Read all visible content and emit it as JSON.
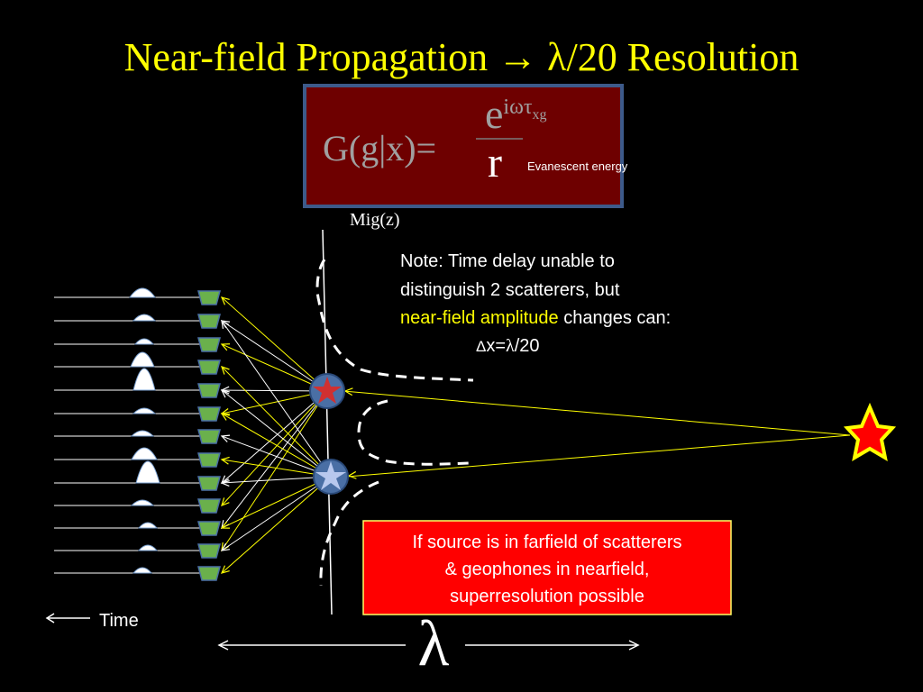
{
  "slide": {
    "title_pre": "Near-field Propagation",
    "title_arrow": "→",
    "title_lambda": "λ",
    "title_post": "/20 Resolution"
  },
  "formula": {
    "lhs": "G(g|x)=",
    "numerator_base": "e",
    "numerator_exp": "iωτ",
    "numerator_sub": "xg",
    "denominator": "r",
    "note": "Evanescent energy"
  },
  "mig_label": "Mig(z)",
  "note": {
    "line1": "Note: Time delay unable to",
    "line2": "distinguish 2 scatterers, but",
    "line3_highlight": "near-field amplitude",
    "line3_rest": " changes can:",
    "line4_delta": "Δ",
    "line4_x": "x=",
    "line4_lambda": "λ",
    "line4_rest": "/20"
  },
  "callout": {
    "line1": "If source is in farfield of scatterers",
    "line2": "& geophones in nearfield,",
    "line3": "superresolution possible"
  },
  "time_label": "Time",
  "lambda_label": "λ",
  "colors": {
    "title": "#ffff00",
    "formula_box": "#6e0000",
    "formula_border": "#3d5a8a",
    "formula_text": "#a0a0a0",
    "highlight": "#ffff00",
    "callout_bg": "#ff0000",
    "ray_yellow": "#ffff00",
    "ray_white": "#ffffff",
    "geophone": "#6ab04c",
    "scatterer": "#4a6fa5",
    "source_star": "#ff0000"
  },
  "icons": {
    "source": "red-star-icon",
    "scatterer": "star-in-circle-icon",
    "geophone": "geophone-icon"
  }
}
